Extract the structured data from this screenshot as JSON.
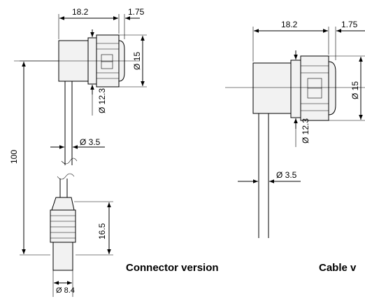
{
  "connector_drawing": {
    "dim_width": "18.2",
    "dim_cap": "1.75",
    "dim_diameter_head": "Ø 15",
    "dim_diameter_inner": "Ø 12.3",
    "dim_cable": "Ø 3.5",
    "dim_length": "100",
    "dim_plug_length": "16.5",
    "dim_plug_diameter": "Ø 8.4",
    "caption": "Connector version"
  },
  "cable_drawing": {
    "dim_width": "18.2",
    "dim_cap": "1.75",
    "dim_diameter_head": "Ø 15",
    "dim_diameter_inner": "Ø 12.3",
    "dim_cable": "Ø 3.5",
    "caption": "Cable v"
  }
}
